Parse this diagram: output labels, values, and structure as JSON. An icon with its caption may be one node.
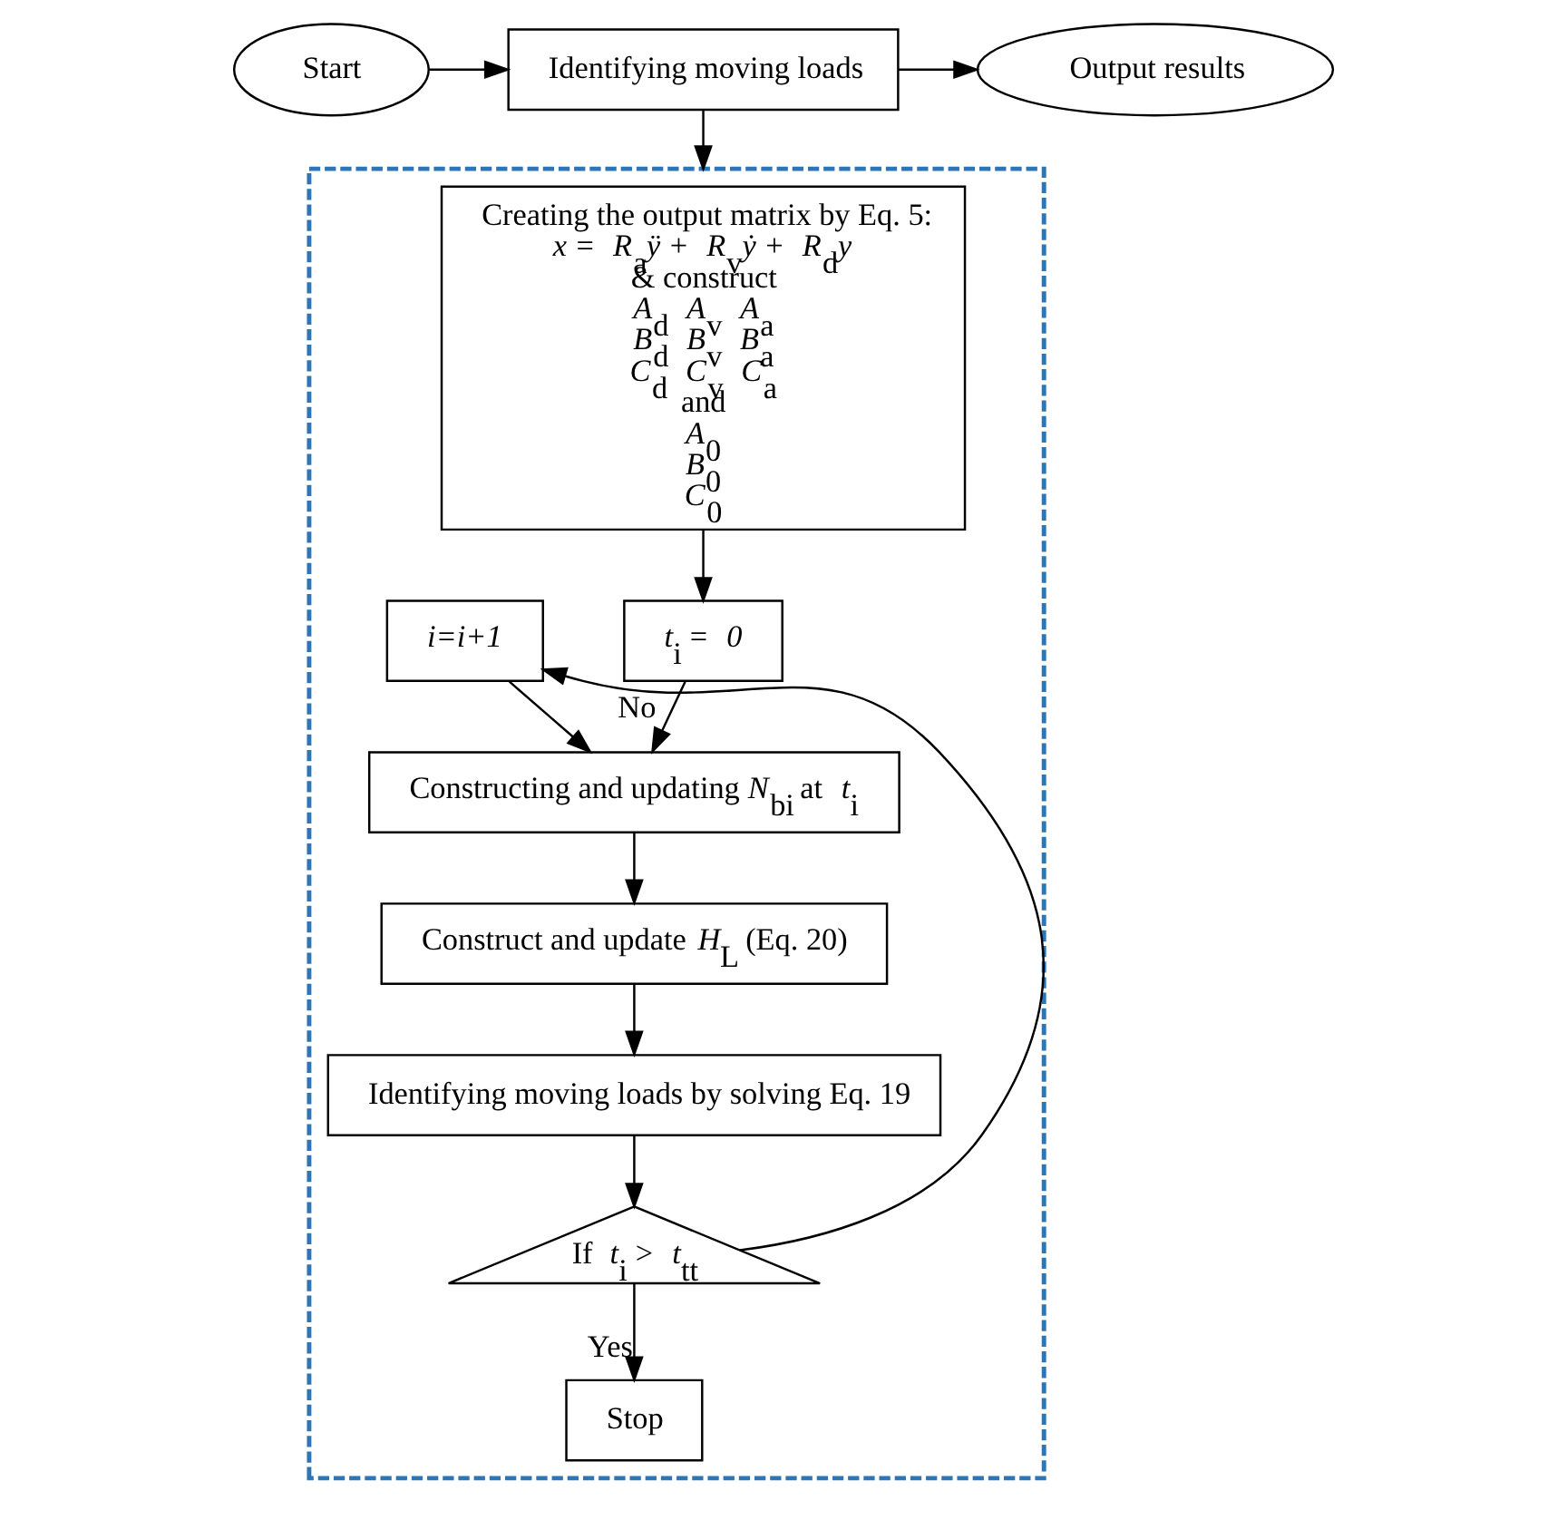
{
  "diagram": {
    "nodes": [
      {
        "text": [
          "Start"
        ]
      },
      {
        "text": [
          "Identifying moving loads"
        ]
      },
      {
        "text": [
          "Output results"
        ]
      },
      {
        "text": [],
        "shape": "box"
      },
      {
        "text": [
          "Creating the output matrix by Eq. 5:",
          "*x* = *R*$_{a}$*ÿ* + *R*$_{v}$*ẏ* + *R*$_{d}$*y*",
          "& construct",
          "*A*$_{d}$ *A*$_{v}$ *A*$_{a}$",
          "*B*$_{d}$ *B*$_{v}$ *B*$_{a}$",
          "*C*$_{d}$ *C*$_{v}$ *C*$_{a}$",
          "and",
          "*A*$_{0}$",
          "*B*$_{0}$",
          "*C*$_{0}$"
        ],
        "in": 3
      },
      {
        "text": [
          "*t*$_{i}$ = *0*"
        ],
        "in": 3
      },
      {
        "text": [
          "*i=i+1*"
        ],
        "in": 3
      },
      {
        "text": [
          "Constructing and updating *N*$_{bi}$ at *t*$_{i}$"
        ],
        "in": 3
      },
      {
        "text": [
          "Construct and update *H*$_{L}$ (Eq. 20)"
        ],
        "in": 3
      },
      {
        "text": [
          "Identifying moving loads by solving Eq. 19"
        ],
        "in": 3
      },
      {
        "text": [
          "If *t*$_{i}$ > *t*$_{tt}$"
        ],
        "in": 3
      },
      {
        "text": [
          "Stop"
        ],
        "in": 3
      }
    ],
    "edges": [
      {
        "from": 0,
        "to": 1,
        "arrow": "to"
      },
      {
        "from": 1,
        "to": 2,
        "arrow": "to"
      },
      {
        "from": 1,
        "to": 3,
        "arrow": "to"
      },
      {
        "from": 4,
        "to": 5,
        "arrow": "to"
      },
      {
        "from": 5,
        "to": 7,
        "arrow": "to"
      },
      {
        "from": 6,
        "to": 7,
        "arrow": "to"
      },
      {
        "from": 7,
        "to": 8,
        "arrow": "to"
      },
      {
        "from": 8,
        "to": 9,
        "arrow": "to"
      },
      {
        "from": 9,
        "to": 10,
        "arrow": "to"
      },
      {
        "from": 10,
        "to": 6,
        "arrow": "to",
        "label": "No"
      },
      {
        "from": 10,
        "to": 11,
        "arrow": "to",
        "label": "Yes"
      }
    ]
  }
}
